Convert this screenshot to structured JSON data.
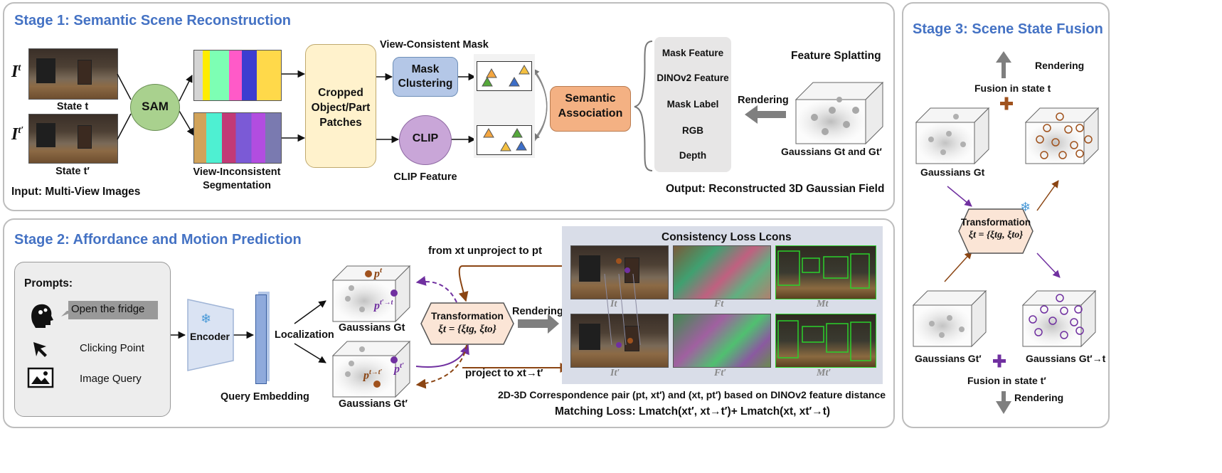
{
  "stage1": {
    "title": "Stage 1: Semantic Scene Reconstruction",
    "state_t": "State t",
    "state_t_prime": "State t′",
    "input_label": "Input: Multi-View Images",
    "sam": "SAM",
    "view_inconsistent": "View-Inconsistent",
    "segmentation": "Segmentation",
    "cropped": [
      "Cropped",
      "Object/Part",
      "Patches"
    ],
    "view_consistent_mask": "View-Consistent Mask",
    "mask_clustering": [
      "Mask",
      "Clustering"
    ],
    "clip": "CLIP",
    "clip_feature": "CLIP Feature",
    "semantic_association": [
      "Semantic",
      "Association"
    ],
    "features": [
      "Mask Feature",
      "DINOv2 Feature",
      "Mask Label",
      "RGB",
      "Depth"
    ],
    "rendering": "Rendering",
    "feature_splatting": "Feature Splatting",
    "gaussians_pair": "Gaussians Gt and Gt′",
    "output_label": "Output: Reconstructed 3D Gaussian Field"
  },
  "stage2": {
    "title": "Stage 2: Affordance and Motion Prediction",
    "prompts": "Prompts:",
    "prompt_text": "Open the fridge",
    "clicking_point": "Clicking Point",
    "image_query": "Image Query",
    "encoder": "Encoder",
    "query_embedding": "Query Embedding",
    "localization": "Localization",
    "gaussians_t": "Gaussians Gt",
    "gaussians_t_prime": "Gaussians Gt′",
    "transformation": "Transformation",
    "xi": "ξt = {ξtg, ξto}",
    "rendering": "Rendering",
    "unproject": "from xt unproject to pt",
    "project": "project to xt→t′",
    "consistency_loss": "Consistency Loss Lcons",
    "img_labels": [
      "It",
      "Ft",
      "Mt",
      "It′",
      "Ft′",
      "Mt′"
    ],
    "pt": "pt",
    "pt_arrow": "pt′→t",
    "ptp_arrow": "pt→t′",
    "ptp": "pt′",
    "correspondence": "2D-3D Correspondence pair (pt, xt′) and (xt, pt′) based on DINOv2 feature distance",
    "matching_loss": "Matching Loss: Lmatch(xt′, xt→t′)+ Lmatch(xt, xt′→t)"
  },
  "stage3": {
    "title": "Stage 3: Scene State Fusion",
    "rendering_top": "Rendering",
    "fusion_t": "Fusion in state t",
    "gaussians_t": "Gaussians Gt",
    "transformation": "Transformation",
    "xi": "ξt = {ξtg, ξto}",
    "gaussians_t_prime": "Gaussians Gt′",
    "gaussians_t_prime_arrow": "Gaussians Gt′→t",
    "fusion_t_prime": "Fusion in state t′",
    "rendering_bottom": "Rendering"
  },
  "colors": {
    "title_blue": "#4472c4",
    "sam_green": "#a9d18e",
    "cropped_yellow": "#fff2cc",
    "mask_blue": "#b4c7e7",
    "clip_purple": "#c9a6d8",
    "semantic_orange": "#f4b183",
    "transform_orange": "#fbe5d6",
    "brown": "#8b4513",
    "purple": "#7030a0"
  }
}
